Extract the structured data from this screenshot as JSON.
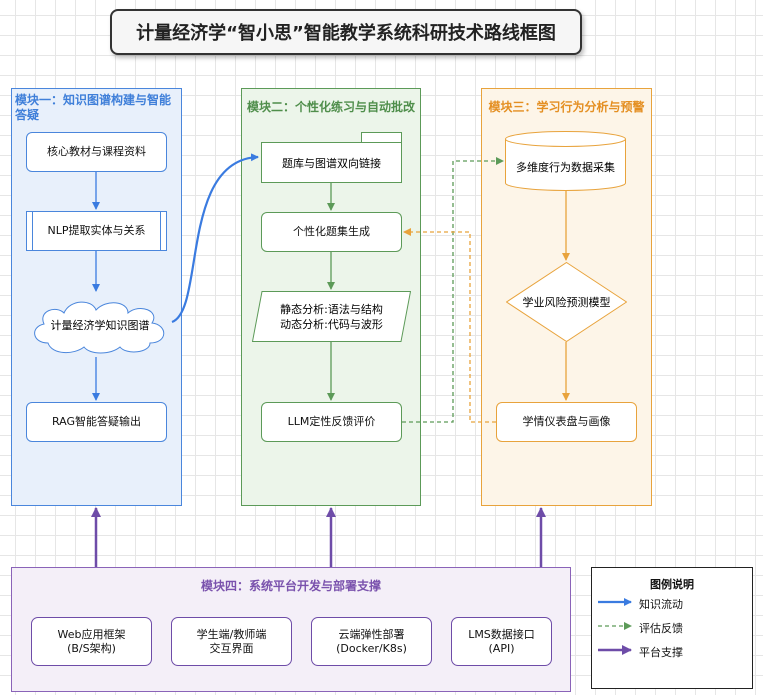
{
  "title": "计量经济学“智小思”智能教学系统科研技术路线框图",
  "modules": {
    "m1": {
      "title": "模块一：知识图谱构建与智能答疑",
      "nodes": [
        "核心教材与课程资料",
        "NLP提取实体与关系",
        "计量经济学知识图谱",
        "RAG智能答疑输出"
      ]
    },
    "m2": {
      "title": "模块二：个性化练习与自动批改",
      "nodes": [
        "题库与图谱双向链接",
        "个性化题集生成",
        "静态分析:语法与结构",
        "动态分析:代码与波形",
        "LLM定性反馈评价"
      ]
    },
    "m3": {
      "title": "模块三：学习行为分析与预警",
      "nodes": [
        "多维度行为数据采集",
        "学业风险预测模型",
        "学情仪表盘与画像"
      ]
    },
    "m4": {
      "title": "模块四：系统平台开发与部署支撑",
      "nodes": [
        {
          "line1": "Web应用框架",
          "line2": "(B/S架构)"
        },
        {
          "line1": "学生端/教师端",
          "line2": "交互界面"
        },
        {
          "line1": "云端弹性部署",
          "line2": "(Docker/K8s)"
        },
        {
          "line1": "LMS数据接口",
          "line2": "(API)"
        }
      ]
    }
  },
  "legend": {
    "title": "图例说明",
    "items": [
      "知识流动",
      "评估反馈",
      "平台支撑"
    ]
  },
  "colors": {
    "blue": "#3a7be0",
    "green": "#5c9a58",
    "orange": "#e8a33c",
    "purple": "#6e4ca8"
  }
}
